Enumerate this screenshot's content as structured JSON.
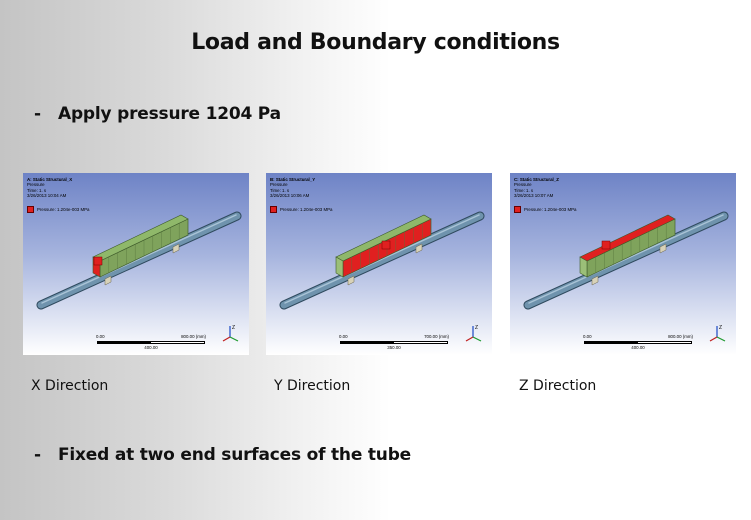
{
  "slide": {
    "title": "Load and Boundary conditions",
    "bullets": [
      {
        "dash": "-",
        "text": "Apply pressure 1204 Pa"
      },
      {
        "dash": "-",
        "text": "Fixed at two end surfaces of the tube"
      }
    ]
  },
  "panels": [
    {
      "analysis": "A: Static Structural_X",
      "type": "Pressure",
      "time": "Time: 1. s",
      "date": "3/26/2013 10:04 AM",
      "legend": "Pressure: 1.204e-003 MPa",
      "scale_start": "0.00",
      "scale_end": "800.00 (mm)",
      "scale_mid": "400.00",
      "axis": "Z",
      "caption": "X Direction",
      "load_face": "end"
    },
    {
      "analysis": "B: Static Structural_Y",
      "type": "Pressure",
      "time": "Time: 1. s",
      "date": "3/26/2013 10:06 AM",
      "legend": "Pressure: 1.204e-003 MPa",
      "scale_start": "0.00",
      "scale_end": "700.00 (mm)",
      "scale_mid": "350.00",
      "axis": "Z",
      "caption": "Y Direction",
      "load_face": "side"
    },
    {
      "analysis": "C: Static Structural_Z",
      "type": "Pressure",
      "time": "Time: 1. s",
      "date": "3/26/2013 10:07 AM",
      "legend": "Pressure: 1.204e-003 MPa",
      "scale_start": "0.00",
      "scale_end": "800.00 (mm)",
      "scale_mid": "400.00",
      "axis": "Z",
      "caption": "Z Direction",
      "load_face": "top"
    }
  ],
  "colors": {
    "pressure": "#e02020",
    "body": "#8fb86a",
    "tube": "#6f93ad"
  }
}
